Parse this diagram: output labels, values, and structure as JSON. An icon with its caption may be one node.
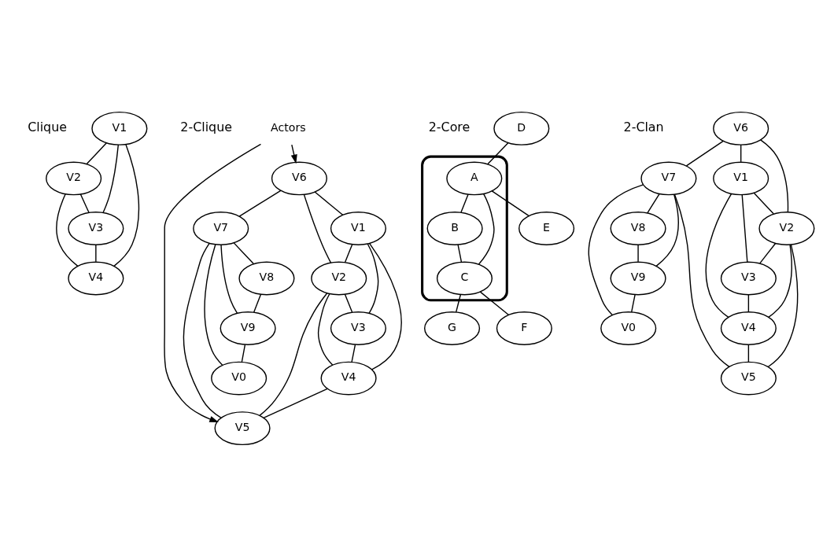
{
  "diagram": {
    "nodes": [
      {
        "text": [
          "V1"
        ]
      },
      {
        "text": [
          "V2"
        ]
      },
      {
        "text": [
          "V3"
        ]
      },
      {
        "text": [
          "V4"
        ]
      },
      {
        "text": [
          "V6"
        ]
      },
      {
        "text": [
          "V7"
        ]
      },
      {
        "text": [
          "V8"
        ]
      },
      {
        "text": [
          "V1"
        ]
      },
      {
        "text": [
          "V2"
        ]
      },
      {
        "text": [
          "V9"
        ]
      },
      {
        "text": [
          "V5"
        ]
      },
      {
        "text": [
          "V0"
        ]
      },
      {
        "text": [
          "V3"
        ]
      },
      {
        "text": [
          "V4"
        ]
      },
      {
        "text": [
          "Actors"
        ]
      },
      {
        "text": [
          "D"
        ]
      },
      {
        "text": [],
        "shape": "cloud"
      },
      {
        "text": [
          "B"
        ],
        "in": 16
      },
      {
        "text": [
          "G"
        ]
      },
      {
        "text": [
          "A"
        ],
        "in": 16
      },
      {
        "text": [
          "C"
        ],
        "in": 16
      },
      {
        "text": [
          "E"
        ]
      },
      {
        "text": [
          "F"
        ]
      },
      {
        "text": [
          "V6"
        ]
      },
      {
        "text": [
          "V7"
        ]
      },
      {
        "text": [
          "V8"
        ]
      },
      {
        "text": [
          "V1"
        ]
      },
      {
        "text": [
          "V2"
        ]
      },
      {
        "text": [
          "V9"
        ]
      },
      {
        "text": [
          "V5"
        ]
      },
      {
        "text": [
          "V0"
        ]
      },
      {
        "text": [
          "V3"
        ]
      },
      {
        "text": [
          "V4"
        ]
      }
    ],
    "edges": [
      {
        "from": 0,
        "to": 1,
        "arrow": "none"
      },
      {
        "from": 0,
        "to": 2,
        "arrow": "none"
      },
      {
        "from": 0,
        "to": 3,
        "arrow": "none"
      },
      {
        "from": 1,
        "to": 2,
        "arrow": "none"
      },
      {
        "from": 1,
        "to": 3,
        "arrow": "none"
      },
      {
        "from": 2,
        "to": 3,
        "arrow": "none"
      },
      {
        "from": 4,
        "to": 5,
        "arrow": "none"
      },
      {
        "from": 4,
        "to": 7,
        "arrow": "none"
      },
      {
        "from": 4,
        "to": 8,
        "arrow": "none"
      },
      {
        "from": 5,
        "to": 6,
        "arrow": "none"
      },
      {
        "from": 5,
        "to": 10,
        "arrow": "none"
      },
      {
        "from": 5,
        "to": 11,
        "arrow": "none"
      },
      {
        "from": 5,
        "to": 9,
        "arrow": "none"
      },
      {
        "from": 6,
        "to": 9,
        "arrow": "none"
      },
      {
        "from": 7,
        "to": 8,
        "arrow": "none"
      },
      {
        "from": 7,
        "to": 12,
        "arrow": "none"
      },
      {
        "from": 7,
        "to": 13,
        "arrow": "none"
      },
      {
        "from": 8,
        "to": 12,
        "arrow": "none"
      },
      {
        "from": 8,
        "to": 13,
        "arrow": "none"
      },
      {
        "from": 8,
        "to": 10,
        "arrow": "none"
      },
      {
        "from": 12,
        "to": 13,
        "arrow": "none"
      },
      {
        "from": 13,
        "to": 10,
        "arrow": "none"
      },
      {
        "from": 9,
        "to": 11,
        "arrow": "none"
      },
      {
        "from": 14,
        "to": 4,
        "arrow": "to"
      },
      {
        "from": 14,
        "to": 10,
        "arrow": "to"
      },
      {
        "from": 15,
        "to": 19,
        "arrow": "none"
      },
      {
        "from": 19,
        "to": 17,
        "arrow": "none"
      },
      {
        "from": 17,
        "to": 20,
        "arrow": "none"
      },
      {
        "from": 19,
        "to": 20,
        "arrow": "none"
      },
      {
        "from": 19,
        "to": 21,
        "arrow": "none"
      },
      {
        "from": 20,
        "to": 18,
        "arrow": "none"
      },
      {
        "from": 20,
        "to": 22,
        "arrow": "none"
      },
      {
        "from": 23,
        "to": 24,
        "arrow": "none"
      },
      {
        "from": 23,
        "to": 26,
        "arrow": "none"
      },
      {
        "from": 23,
        "to": 27,
        "arrow": "none"
      },
      {
        "from": 24,
        "to": 25,
        "arrow": "none"
      },
      {
        "from": 24,
        "to": 29,
        "arrow": "none"
      },
      {
        "from": 24,
        "to": 30,
        "arrow": "none"
      },
      {
        "from": 24,
        "to": 28,
        "arrow": "none"
      },
      {
        "from": 25,
        "to": 28,
        "arrow": "none"
      },
      {
        "from": 26,
        "to": 27,
        "arrow": "none"
      },
      {
        "from": 26,
        "to": 31,
        "arrow": "none"
      },
      {
        "from": 26,
        "to": 32,
        "arrow": "none"
      },
      {
        "from": 27,
        "to": 31,
        "arrow": "none"
      },
      {
        "from": 27,
        "to": 32,
        "arrow": "none"
      },
      {
        "from": 27,
        "to": 29,
        "arrow": "none"
      },
      {
        "from": 31,
        "to": 32,
        "arrow": "none"
      },
      {
        "from": 32,
        "to": 29,
        "arrow": "none"
      },
      {
        "from": 28,
        "to": 30,
        "arrow": "none"
      }
    ],
    "labels": [
      "2-Clique",
      "Clique",
      "2-Core",
      "2-Clan"
    ]
  }
}
